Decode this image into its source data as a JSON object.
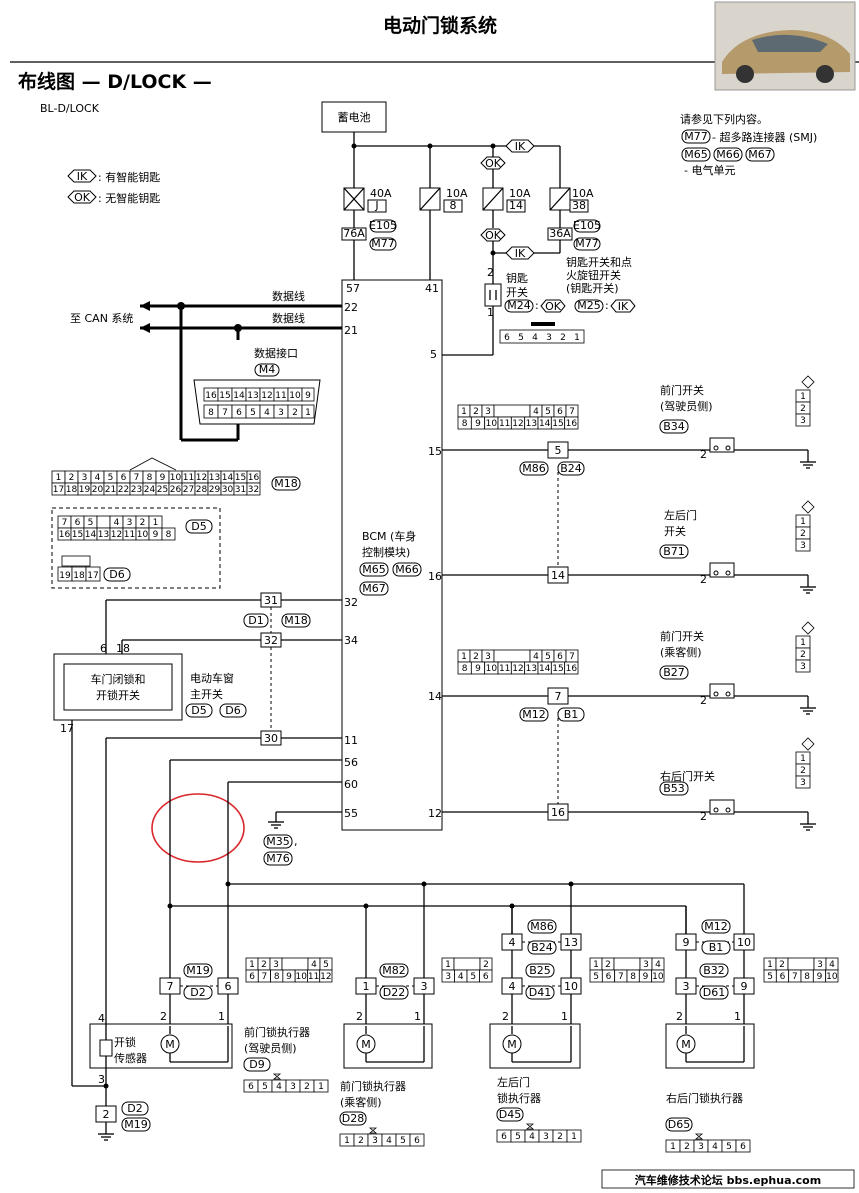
{
  "header": {
    "title": "电动门锁系统",
    "section_title": "布线图 — D/LOCK —",
    "diagram_code": "BL-D/LOCK"
  },
  "legend": {
    "ik": "IK",
    "ik_text": ": 有智能钥匙",
    "ok": "OK",
    "ok_text": ": 无智能钥匙"
  },
  "reference": {
    "title": "请参见下列内容。",
    "m77": "M77",
    "m77_text": "- 超多路连接器 (SMJ)",
    "units": [
      "M65",
      "M66",
      "M67"
    ],
    "units_text": "- 电气单元"
  },
  "power": {
    "battery": "蓄电池",
    "fuses": [
      {
        "amp": "40A",
        "id": "J"
      },
      {
        "amp": "10A",
        "id": "8"
      },
      {
        "amp": "10A",
        "id": "14"
      },
      {
        "amp": "10A",
        "id": "38"
      }
    ],
    "conn_76a": "76A",
    "conn_36a": "36A",
    "e105": "E105",
    "m77": "M77",
    "ik": "IK",
    "ok": "OK"
  },
  "key_switch": {
    "label_1": "钥匙",
    "label_2": "开关",
    "m24": "M24",
    "ok": "OK",
    "m25": "M25",
    "ik": "IK",
    "note_1": "钥匙开关和点",
    "note_2": "火旋钮开关",
    "note_3": "(钥匙开关)",
    "pin_2": "2",
    "pin_1": "1",
    "connector": [
      "6",
      "5",
      "4",
      "3",
      "2",
      "1"
    ]
  },
  "can": {
    "label": "至 CAN 系统",
    "line_1": "数据线",
    "line_2": "数据线",
    "dlc": "数据接口",
    "m4": "M4",
    "dlc_row1": [
      "16",
      "15",
      "14",
      "13",
      "12",
      "11",
      "10",
      "9"
    ],
    "dlc_row2": [
      "8",
      "7",
      "6",
      "5",
      "4",
      "3",
      "2",
      "1"
    ]
  },
  "m18_grid": {
    "id": "M18",
    "row1": [
      "1",
      "2",
      "3",
      "4",
      "5",
      "6",
      "7",
      "8",
      "9",
      "10",
      "11",
      "12",
      "13",
      "14",
      "15",
      "16"
    ],
    "row2": [
      "17",
      "18",
      "19",
      "20",
      "21",
      "22",
      "23",
      "24",
      "25",
      "26",
      "27",
      "28",
      "29",
      "30",
      "31",
      "32"
    ]
  },
  "d5_grid": {
    "id": "D5",
    "row1": [
      "7",
      "6",
      "5",
      "",
      "4",
      "3",
      "2",
      "1"
    ],
    "row2": [
      "16",
      "15",
      "14",
      "13",
      "12",
      "11",
      "10",
      "9",
      "8"
    ]
  },
  "d6_grid": {
    "id": "D6",
    "row1": [
      "19",
      "18",
      "17"
    ]
  },
  "bcm": {
    "label_1": "BCM (车身",
    "label_2": "控制模块)",
    "m65": "M65",
    "m66": "M66",
    "m67": "M67",
    "pins_left": [
      "57",
      "22",
      "21",
      "32",
      "34",
      "11",
      "56",
      "60",
      "55"
    ],
    "pins_right": [
      "41",
      "5",
      "15",
      "16",
      "14",
      "12"
    ]
  },
  "door_grid": {
    "row1": [
      "1",
      "2",
      "3",
      "",
      "4",
      "5",
      "6",
      "7"
    ],
    "row2": [
      "8",
      "9",
      "10",
      "11",
      "12",
      "13",
      "14",
      "15",
      "16"
    ]
  },
  "door_switches": [
    {
      "name_1": "前门开关",
      "name_2": "(驾驶员侧)",
      "conn": "B34",
      "pin": "2"
    },
    {
      "name_1": "左后门",
      "name_2": "开关",
      "conn": "B71",
      "pin": "2"
    },
    {
      "name_1": "前门开关",
      "name_2": "(乘客侧)",
      "conn": "B27",
      "pin": "2"
    },
    {
      "name_1": "右后门开关",
      "name_2": "",
      "conn": "B53",
      "pin": "2"
    }
  ],
  "side_conn": [
    "1",
    "2",
    "3"
  ],
  "inline_conn": {
    "c5": "5",
    "c14": "14",
    "c7": "7",
    "c16": "16",
    "m86": "M86",
    "b24": "B24",
    "m12": "M12",
    "b1": "B1"
  },
  "main_switch": {
    "label_1": "车门闭锁和",
    "label_2": "开锁开关",
    "ext_1": "电动车窗",
    "ext_2": "主开关",
    "d5": "D5",
    "d6": "D6",
    "pin_6": "6",
    "pin_18": "18",
    "pin_17": "17",
    "c31": "31",
    "c32": "32",
    "c30": "30",
    "d1": "D1",
    "m18": "M18"
  },
  "ground": {
    "m35": "M35",
    "m76": "M76"
  },
  "actuators": [
    {
      "name_1": "前门锁执行器",
      "name_2": "(驾驶员侧)",
      "conn": "D9",
      "grid": [
        "6",
        "5",
        "4",
        "3",
        "2",
        "1"
      ]
    },
    {
      "name_1": "前门锁执行器",
      "name_2": "(乘客侧)",
      "conn": "D28",
      "grid": [
        "1",
        "2",
        "3",
        "4",
        "5",
        "6"
      ]
    },
    {
      "name_1": "左后门",
      "name_2": "锁执行器",
      "conn": "D45",
      "grid": [
        "6",
        "5",
        "4",
        "3",
        "2",
        "1"
      ]
    },
    {
      "name_1": "右后门锁执行器",
      "name_2": "",
      "conn": "D65",
      "grid": [
        "1",
        "2",
        "3",
        "4",
        "5",
        "6"
      ]
    }
  ],
  "act_conns": {
    "c7": "7",
    "c6": "6",
    "m19": "M19",
    "d2": "D2",
    "c1": "1",
    "c3": "3",
    "m82": "M82",
    "d22": "D22",
    "c4a": "4",
    "c13": "13",
    "m86": "M86",
    "b24": "B24",
    "c4b": "4",
    "c10a": "10",
    "b25": "B25",
    "d41": "D41",
    "c9a": "9",
    "c10b": "10",
    "m12": "M12",
    "b1": "B1",
    "c3b": "3",
    "c9b": "9",
    "b32": "B32",
    "d61": "D61"
  },
  "small_grids": {
    "g12_r1": [
      "1",
      "2",
      "3",
      "",
      "4",
      "5"
    ],
    "g12_r2": [
      "6",
      "7",
      "8",
      "9",
      "10",
      "11",
      "12"
    ],
    "g6_r1": [
      "1",
      "",
      "2"
    ],
    "g6_r2": [
      "3",
      "4",
      "5",
      "6"
    ],
    "g10_r1": [
      "1",
      "2",
      "",
      "3",
      "4"
    ],
    "g10_r2": [
      "5",
      "6",
      "7",
      "8",
      "9",
      "10"
    ]
  },
  "unlock_sensor": {
    "label_1": "开锁",
    "label_2": "传感器",
    "pin_4": "4",
    "pin_3": "3",
    "pin_2": "2",
    "d2": "D2",
    "m19": "M19"
  },
  "act_pins": {
    "p2": "2",
    "p1": "1"
  },
  "watermark": "汽车维修技术论坛 bbs.ephua.com"
}
